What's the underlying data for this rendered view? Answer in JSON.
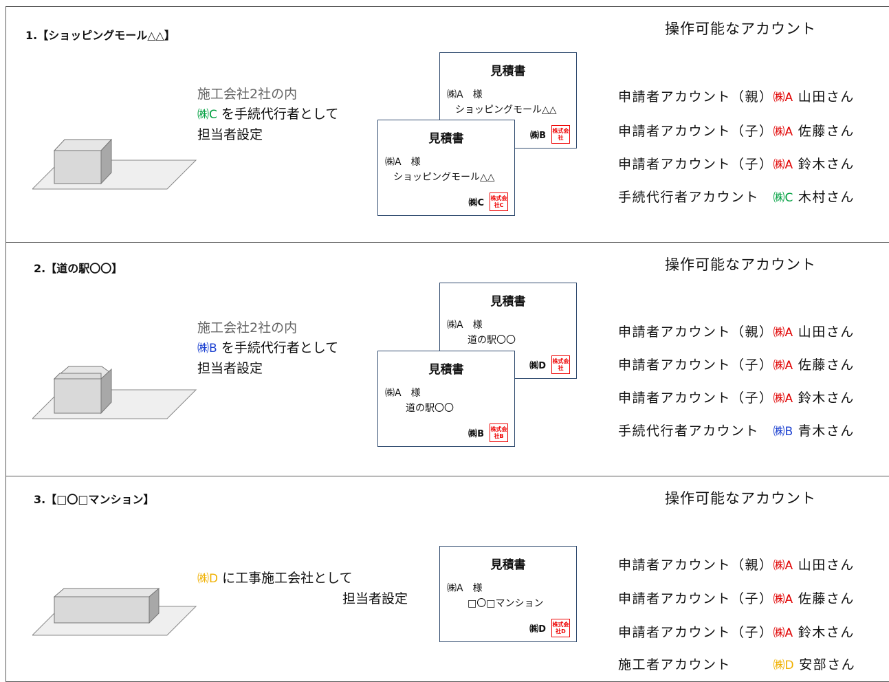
{
  "colors": {
    "red": "#e00000",
    "green": "#00a040",
    "blue": "#1a3fd0",
    "orange": "#f0b000"
  },
  "sections": [
    {
      "title": "1.【ショッピングモール△△】",
      "accounts_header": "操作可能なアカウント",
      "description": {
        "line1": "施工会社2社の内",
        "company": "㈱C",
        "line2_rest": " を手続代行者として",
        "line3": "担当者設定"
      },
      "doc_back": {
        "title": "見積書",
        "to": "㈱A　様",
        "project": "ショッピングモール△△",
        "issuer": "㈱B",
        "stamp": "株式会社"
      },
      "doc_front": {
        "title": "見積書",
        "to": "㈱A　様",
        "project": "ショッピングモール△△",
        "issuer": "㈱C",
        "stamp": "株式会社C"
      },
      "accounts": [
        {
          "role": "申請者アカウント（親）",
          "company": "㈱A",
          "name": " 山田さん"
        },
        {
          "role": "申請者アカウント（子）",
          "company": "㈱A",
          "name": " 佐藤さん"
        },
        {
          "role": "申請者アカウント（子）",
          "company": "㈱A",
          "name": " 鈴木さん"
        },
        {
          "role": "手続代行者アカウント　",
          "company": "㈱C",
          "name": " 木村さん"
        }
      ]
    },
    {
      "title": "2.【道の駅〇〇】",
      "accounts_header": "操作可能なアカウント",
      "description": {
        "line1": "施工会社2社の内",
        "company": "㈱B",
        "line2_rest": " を手続代行者として",
        "line3": "担当者設定"
      },
      "doc_back": {
        "title": "見積書",
        "to": "㈱A　様",
        "project": "道の駅〇〇",
        "issuer": "㈱D",
        "stamp": "株式会社"
      },
      "doc_front": {
        "title": "見積書",
        "to": "㈱A　様",
        "project": "道の駅〇〇",
        "issuer": "㈱B",
        "stamp": "株式会社B"
      },
      "accounts": [
        {
          "role": "申請者アカウント（親）",
          "company": "㈱A",
          "name": " 山田さん"
        },
        {
          "role": "申請者アカウント（子）",
          "company": "㈱A",
          "name": " 佐藤さん"
        },
        {
          "role": "申請者アカウント（子）",
          "company": "㈱A",
          "name": " 鈴木さん"
        },
        {
          "role": "手続代行者アカウント　",
          "company": "㈱B",
          "name": " 青木さん"
        }
      ]
    },
    {
      "title": "3.【□〇□マンション】",
      "accounts_header": "操作可能なアカウント",
      "description": {
        "company": "㈱D",
        "line1_rest": " に工事施工会社として",
        "line2": "担当者設定"
      },
      "doc": {
        "title": "見積書",
        "to": "㈱A　様",
        "project": "□〇□マンション",
        "issuer": "㈱D",
        "stamp": "株式会社D"
      },
      "accounts": [
        {
          "role": "申請者アカウント（親）",
          "company": "㈱A",
          "name": " 山田さん"
        },
        {
          "role": "申請者アカウント（子）",
          "company": "㈱A",
          "name": " 佐藤さん"
        },
        {
          "role": "申請者アカウント（子）",
          "company": "㈱A",
          "name": " 鈴木さん"
        },
        {
          "role": "施工者アカウント　　　",
          "company": "㈱D",
          "name": " 安部さん"
        }
      ]
    }
  ]
}
